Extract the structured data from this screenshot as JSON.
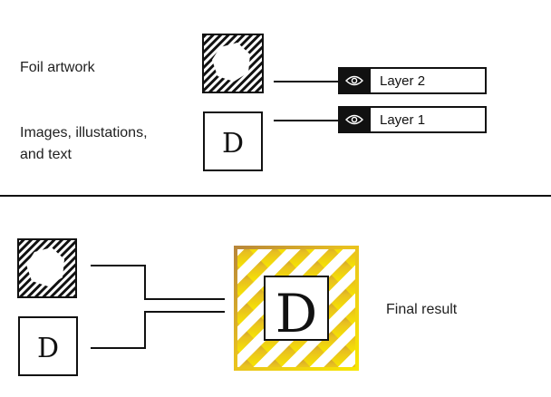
{
  "labels": {
    "foil_artwork": "Foil artwork",
    "images_line1": "Images, illustations,",
    "images_line2": "and text",
    "final_result": "Final result"
  },
  "layers": [
    {
      "name": "Layer 2",
      "icon": "eye-icon"
    },
    {
      "name": "Layer 1",
      "icon": "eye-icon"
    }
  ],
  "tile_letter": "D",
  "colors": {
    "ink": "#111111",
    "gold_light": "#f7e600",
    "gold_dark": "#b8863a"
  }
}
